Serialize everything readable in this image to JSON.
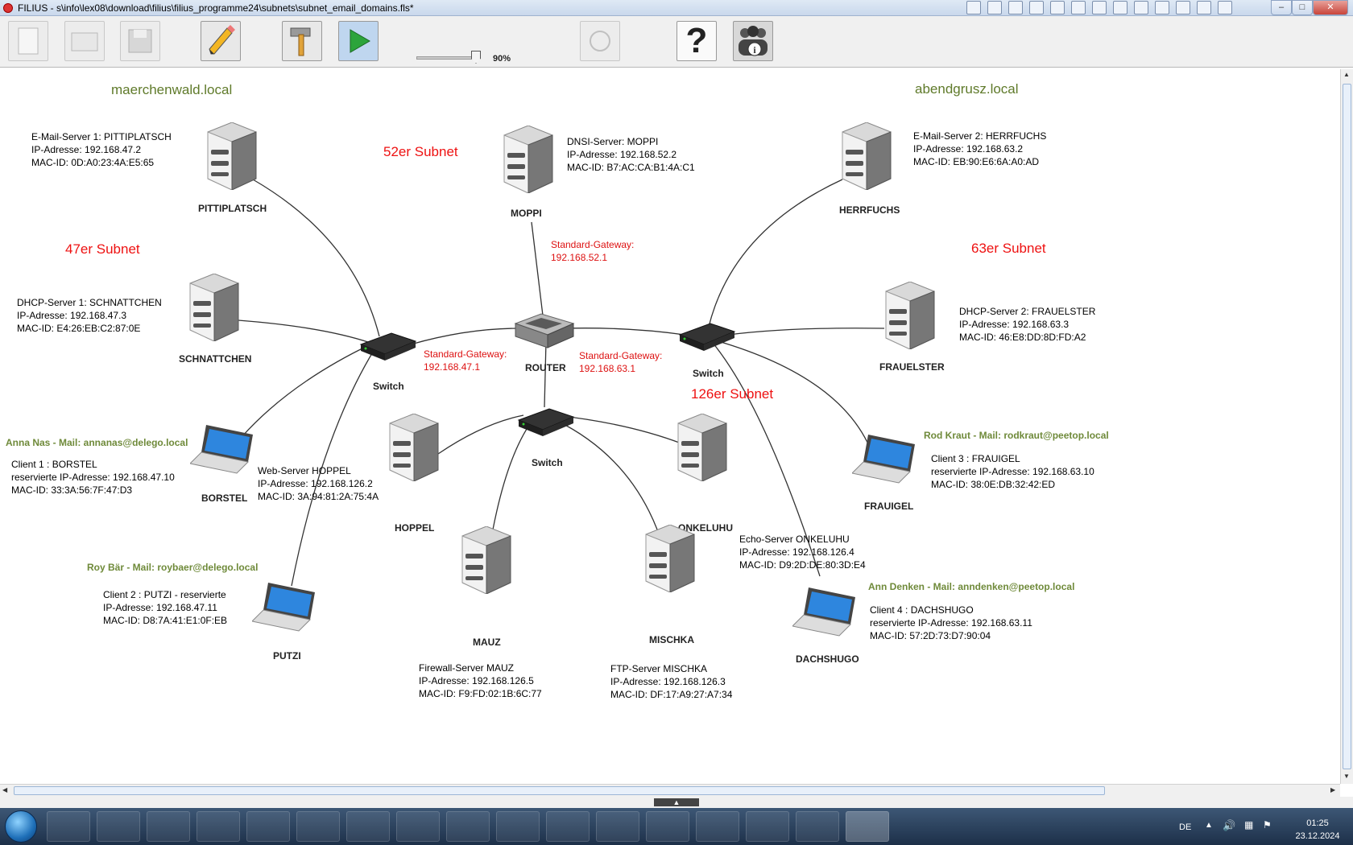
{
  "window": {
    "title": "FILIUS - s\\info\\lex08\\download\\filius\\filius_programme24\\subnets\\subnet_email_domains.fls*"
  },
  "toolbar": {
    "speed_value": "90%",
    "help_label": "?"
  },
  "domains": {
    "left": "maerchenwald.local",
    "right": "abendgrusz.local"
  },
  "subnets": {
    "s52": "52er Subnet",
    "s47": "47er Subnet",
    "s63": "63er Subnet",
    "s126": "126er Subnet"
  },
  "gateways": {
    "g52": [
      "Standard-Gateway:",
      "192.168.52.1"
    ],
    "g47": [
      "Standard-Gateway:",
      "192.168.47.1"
    ],
    "g63": [
      "Standard-Gateway:",
      "192.168.63.1"
    ]
  },
  "devices": {
    "pittiplatsch": {
      "name": "PITTIPLATSCH",
      "info": [
        "E-Mail-Server 1: PITTIPLATSCH",
        "IP-Adresse: 192.168.47.2",
        "MAC-ID: 0D:A0:23:4A:E5:65"
      ]
    },
    "moppi": {
      "name": "MOPPI",
      "info": [
        "DNSI-Server: MOPPI",
        "IP-Adresse: 192.168.52.2",
        "MAC-ID: B7:AC:CA:B1:4A:C1"
      ]
    },
    "herrfuchs": {
      "name": "HERRFUCHS",
      "info": [
        "E-Mail-Server 2: HERRFUCHS",
        "IP-Adresse: 192.168.63.2",
        "MAC-ID: EB:90:E6:6A:A0:AD"
      ]
    },
    "schnattchen": {
      "name": "SCHNATTCHEN",
      "info": [
        "DHCP-Server 1: SCHNATTCHEN",
        "IP-Adresse: 192.168.47.3",
        "MAC-ID: E4:26:EB:C2:87:0E"
      ]
    },
    "frauelster": {
      "name": "FRAUELSTER",
      "info": [
        "DHCP-Server 2: FRAUELSTER",
        "IP-Adresse: 192.168.63.3",
        "MAC-ID: 46:E8:DD:8D:FD:A2"
      ]
    },
    "borstel": {
      "name": "BORSTEL",
      "mail": "Anna Nas - Mail: annanas@delego.local",
      "info": [
        "Client 1 : BORSTEL",
        "reservierte IP-Adresse: 192.168.47.10",
        "MAC-ID: 33:3A:56:7F:47:D3"
      ]
    },
    "putzi": {
      "name": "PUTZI",
      "mail": "Roy Bär - Mail: roybaer@delego.local",
      "info": [
        "Client 2 : PUTZI - reservierte",
        "IP-Adresse: 192.168.47.11",
        "MAC-ID: D8:7A:41:E1:0F:EB"
      ]
    },
    "fraugel": {
      "name": "FRAUIGEL",
      "mail": "Rod Kraut - Mail: rodkraut@peetop.local",
      "info": [
        "Client 3 : FRAUIGEL",
        "reservierte IP-Adresse: 192.168.63.10",
        "MAC-ID: 38:0E:DB:32:42:ED"
      ]
    },
    "dachshugo": {
      "name": "DACHSHUGO",
      "mail": "Ann Denken - Mail: anndenken@peetop.local",
      "info": [
        "Client 4 : DACHSHUGO",
        "reservierte IP-Adresse: 192.168.63.11",
        "MAC-ID: 57:2D:73:D7:90:04"
      ]
    },
    "hoppel": {
      "name": "HOPPEL",
      "info": [
        "Web-Server HOPPEL",
        "IP-Adresse: 192.168.126.2",
        "MAC-ID: 3A:94:81:2A:75:4A"
      ]
    },
    "onkeluhu": {
      "name": "ONKELUHU",
      "info": [
        "Echo-Server ONKELUHU",
        "IP-Adresse: 192.168.126.4",
        "MAC-ID: D9:2D:DE:80:3D:E4"
      ]
    },
    "mauz": {
      "name": "MAUZ",
      "info": [
        "Firewall-Server MAUZ",
        "IP-Adresse: 192.168.126.5",
        "MAC-ID: F9:FD:02:1B:6C:77"
      ]
    },
    "mischka": {
      "name": "MISCHKA",
      "info": [
        "FTP-Server MISCHKA",
        "IP-Adresse: 192.168.126.3",
        "MAC-ID: DF:17:A9:27:A7:34"
      ]
    },
    "router": {
      "name": "ROUTER"
    },
    "switch_left": {
      "name": "Switch"
    },
    "switch_right": {
      "name": "Switch"
    },
    "switch_bottom": {
      "name": "Switch"
    }
  },
  "taskbar": {
    "lang": "DE",
    "time": "01:25",
    "date": "23.12.2024"
  }
}
